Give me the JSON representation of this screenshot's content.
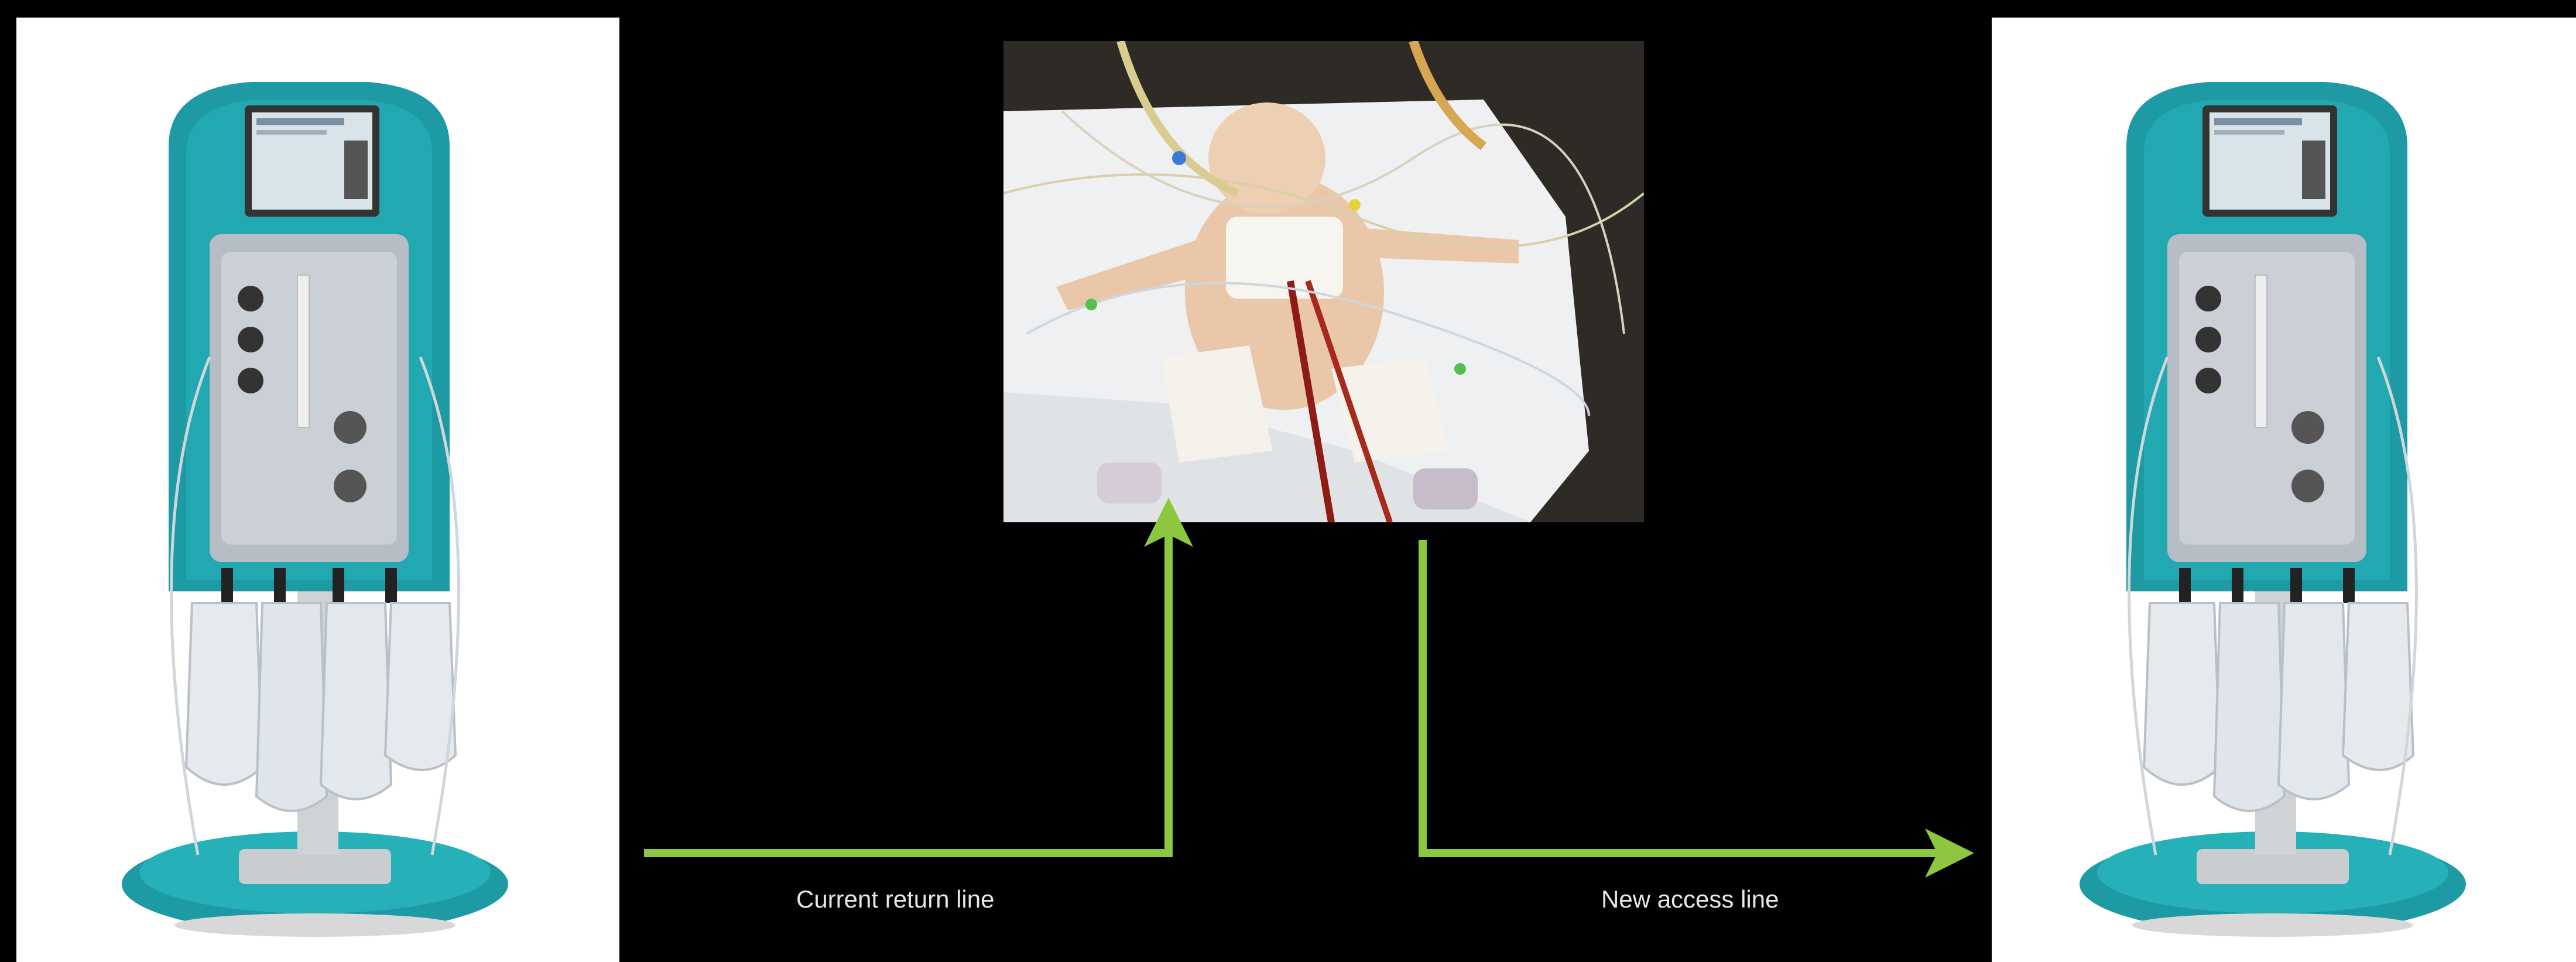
{
  "labels": {
    "return_line": "Current return line",
    "access_line": "New access line"
  },
  "colors": {
    "background": "#000000",
    "arrow": "#8dc63f",
    "machine_teal": "#1d9aa3",
    "panel": "#ffffff"
  },
  "images": {
    "left_machine": "dialysis-machine",
    "patient": "infant-patient-photo",
    "right_machine": "dialysis-machine"
  }
}
